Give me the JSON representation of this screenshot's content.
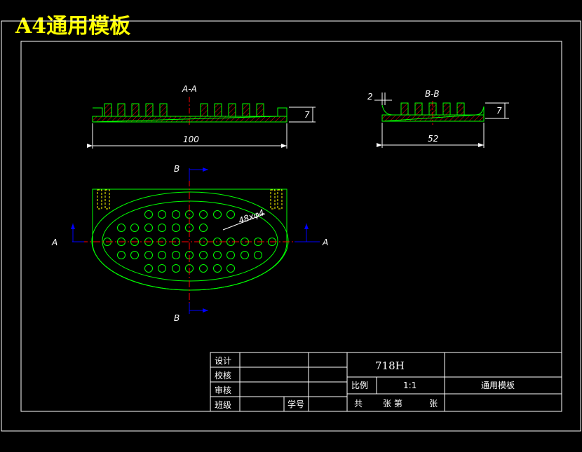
{
  "sheet_title": "A4通用模板",
  "section_aa": {
    "label": "A-A",
    "width_dim": "100",
    "height_dim": "7"
  },
  "section_bb": {
    "label": "B-B",
    "width_dim": "52",
    "height_dim": "7",
    "offset_dim": "2"
  },
  "plan_view": {
    "holes_note": "48xφ4",
    "cut_a": "A",
    "cut_b": "B"
  },
  "title_block": {
    "design_label": "设计",
    "check_label": "校核",
    "review_label": "审核",
    "class_label": "班级",
    "student_id_label": "学号",
    "drawing_number": "718H",
    "scale_label": "比例",
    "scale_value": "1:1",
    "drawing_name": "通用模板",
    "sheets_total_label": "共",
    "sheet_label": "张 第",
    "sheet_label_end": "张"
  },
  "colors": {
    "outline": "#00ff00",
    "center_line": "#ff0000",
    "hatch": "#ff0000",
    "dimension": "#ffffff",
    "cut_arrow": "#0000ff",
    "title": "#ffff00"
  }
}
